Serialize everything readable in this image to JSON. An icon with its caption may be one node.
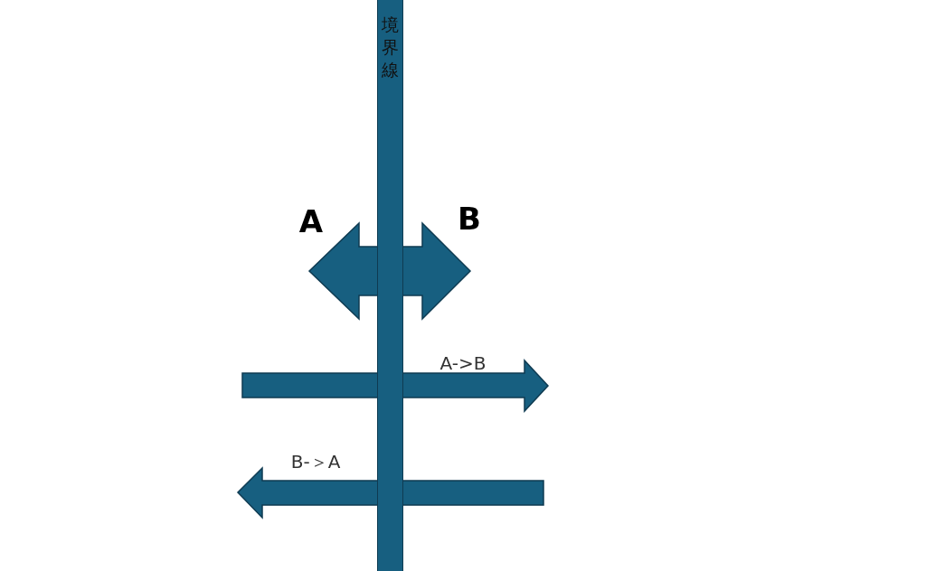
{
  "diagram": {
    "nodes": [
      {
        "text": [
          "境界線"
        ]
      }
    ],
    "labels": [
      "A",
      "B",
      "A->B",
      "B-＞A"
    ]
  }
}
